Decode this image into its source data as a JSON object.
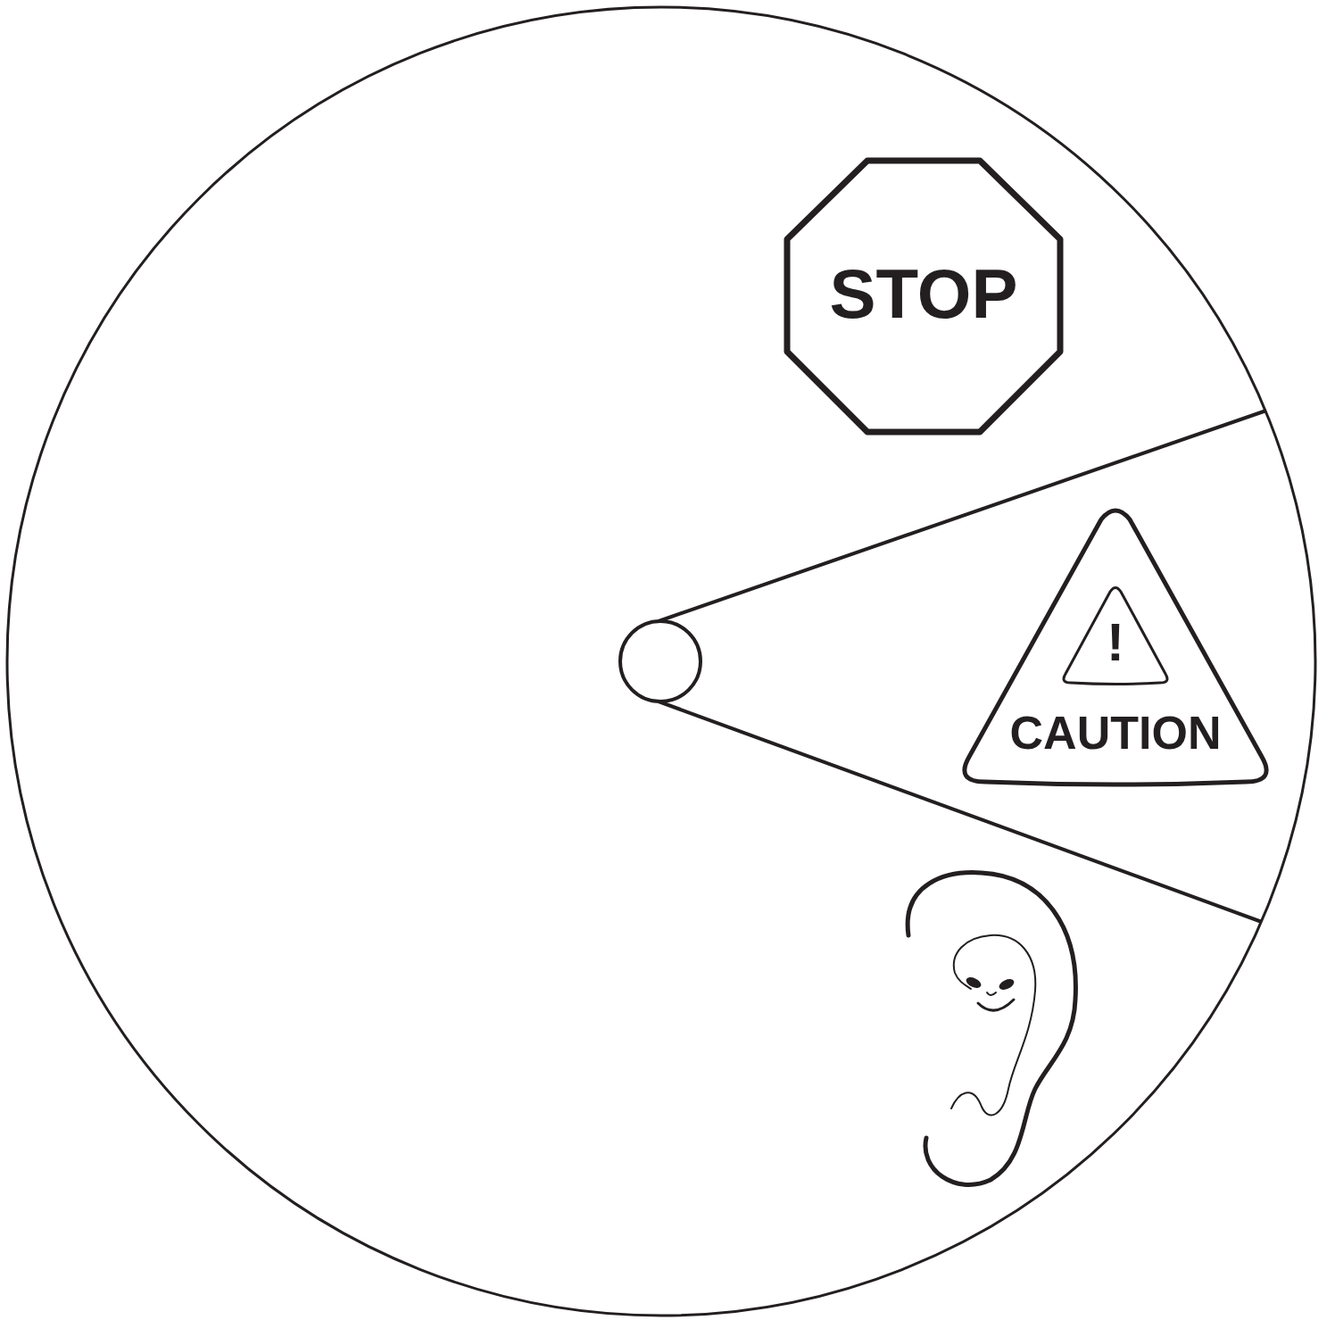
{
  "diagram": {
    "nodes": [
      {
        "text": [
          "STOP"
        ]
      },
      {
        "text": [
          "CAUTION"
        ]
      },
      {
        "text": [
          "!"
        ],
        "in": 1
      }
    ]
  }
}
